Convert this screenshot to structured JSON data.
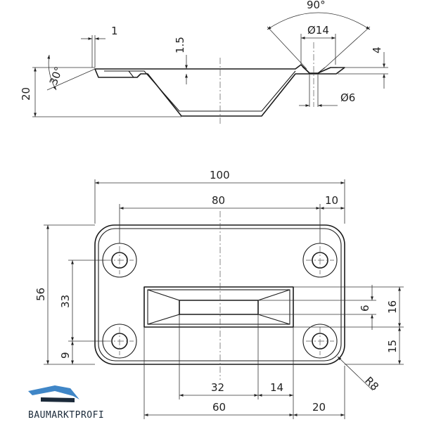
{
  "side_view": {
    "dim_top_thickness": "1",
    "dim_sheet": "1.5",
    "dim_height": "20",
    "dim_angle_30": "30°",
    "dim_angle_90": "90°",
    "dim_countersink": "Ø14",
    "dim_hole": "Ø6",
    "dim_depth": "4"
  },
  "plan_view": {
    "dim_width_total": "100",
    "dim_hole_pitch": "80",
    "dim_hole_edge": "10",
    "dim_height_total": "56",
    "dim_hole_spacing_v": "33",
    "dim_hole_bottom": "9",
    "dim_pocket_height": "16",
    "dim_slot_height": "6",
    "dim_pocket_bottom": "15",
    "dim_slot_length": "32",
    "dim_slot_bevel": "14",
    "dim_pocket_length": "60",
    "dim_pocket_right": "20",
    "dim_radius": "R8"
  },
  "logo": {
    "text": "BAUMARKTPROFI",
    "colors": {
      "roof_blue": "#3f86c7",
      "dark": "#1b2a3a"
    }
  }
}
